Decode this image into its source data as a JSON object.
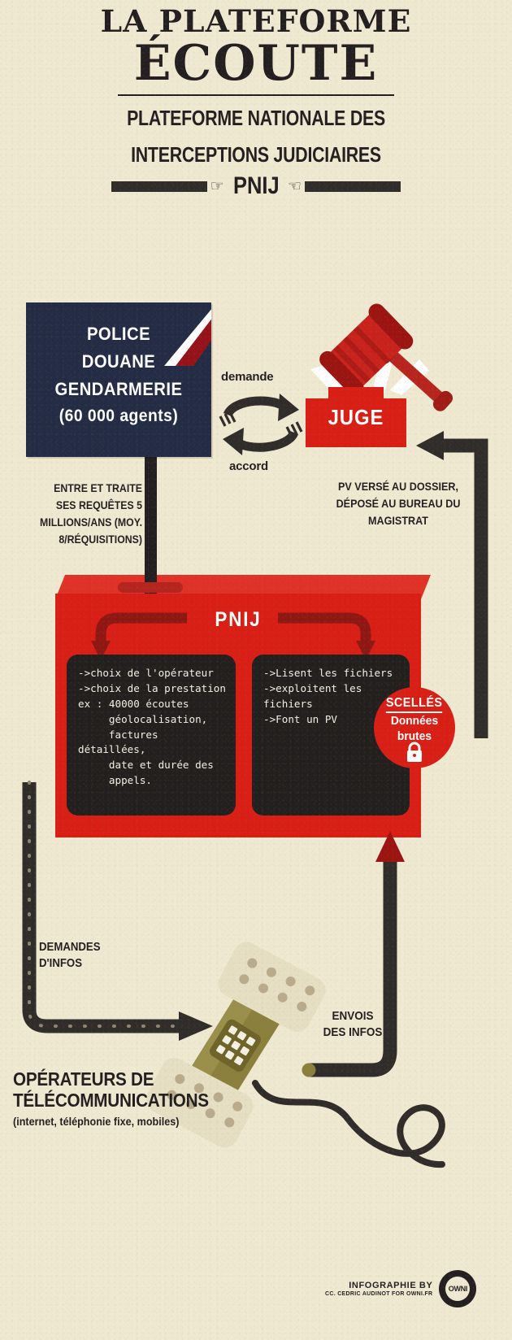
{
  "header": {
    "line1": "LA PLATEFORME",
    "line2": "ÉCOUTE",
    "subtitle_line1": "PLATEFORME NATIONALE DES",
    "subtitle_line2": "INTERCEPTIONS JUDICIAIRES",
    "acronym": "PNIJ"
  },
  "police": {
    "line1": "POLICE",
    "line2": "DOUANE",
    "line3": "GENDARMERIE",
    "agents": "(60 000 agents)",
    "caption": "ENTRE ET TRAITE\nSES REQUÊTES\n5 MILLIONS/ANS\n(MOY. 8/RÉQUISITIONS)"
  },
  "exchange": {
    "demande": "demande",
    "accord": "accord"
  },
  "judge": {
    "label": "JUGE",
    "caption": "PV VERSÉ AU DOSSIER,\nDÉPOSÉ AU BUREAU DU\nMAGISTRAT"
  },
  "pnij": {
    "title": "PNIJ",
    "panel_left": "->choix de l'opérateur\n->choix de la prestation\nex : 40000 écoutes\n     géolocalisation,\n     factures détaillées,\n     date et durée des\n     appels.",
    "panel_right": "->Lisent les fichiers\n->exploitent les\nfichiers\n->Font un PV"
  },
  "scelles": {
    "title": "SCELLÉS",
    "sub_line1": "Données",
    "sub_line2": "brutes",
    "icon": "lock-icon"
  },
  "flows": {
    "demandes_infos": "DEMANDES\nD'INFOS",
    "envois_infos": "ENVOIS\nDES INFOS"
  },
  "operators": {
    "line1": "OPÉRATEURS DE",
    "line2": "TÉLÉCOMMUNICATIONS",
    "sub": "(internet, téléphonie fixe, mobiles)"
  },
  "footer": {
    "line1": "INFOGRAPHIE BY",
    "line2": "CC. CEDRIC AUDINOT FOR OWNI.FR",
    "logo_text": "OWNI"
  },
  "colors": {
    "background": "#f0e9d2",
    "red": "#d81e15",
    "red_light": "#e03127",
    "red_dark": "#9b1410",
    "navy": "#232b45",
    "ink": "#231f20",
    "panel": "#221f1e",
    "khaki": "#8a7f3c",
    "cream": "#e6dfc4"
  }
}
